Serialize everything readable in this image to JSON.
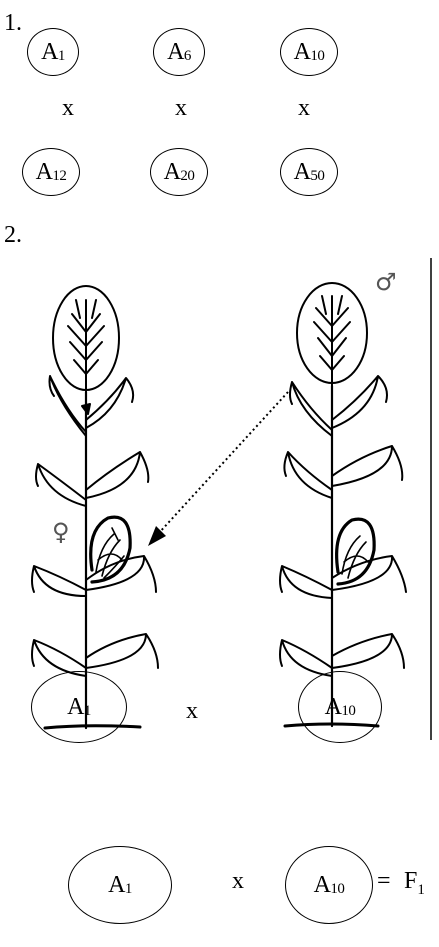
{
  "section1": {
    "number": "1.",
    "crosses": [
      {
        "top": {
          "letter": "A",
          "sub": "1"
        },
        "x": "x",
        "bottom": {
          "letter": "A",
          "sub": "12"
        }
      },
      {
        "top": {
          "letter": "A",
          "sub": "6"
        },
        "x": "x",
        "bottom": {
          "letter": "A",
          "sub": "20"
        }
      },
      {
        "top": {
          "letter": "A",
          "sub": "10"
        },
        "x": "x",
        "bottom": {
          "letter": "A",
          "sub": "50"
        }
      }
    ]
  },
  "section2": {
    "number": "2.",
    "female_symbol": "♀",
    "male_symbol": "♂",
    "cross1": {
      "left": {
        "letter": "A",
        "sub": "1"
      },
      "x": "x",
      "right": {
        "letter": "A",
        "sub": "10"
      }
    },
    "cross2": {
      "left": {
        "letter": "A",
        "sub": "1"
      },
      "x": "x",
      "right": {
        "letter": "A",
        "sub": "10"
      },
      "equals": "=",
      "result": "F1"
    }
  }
}
